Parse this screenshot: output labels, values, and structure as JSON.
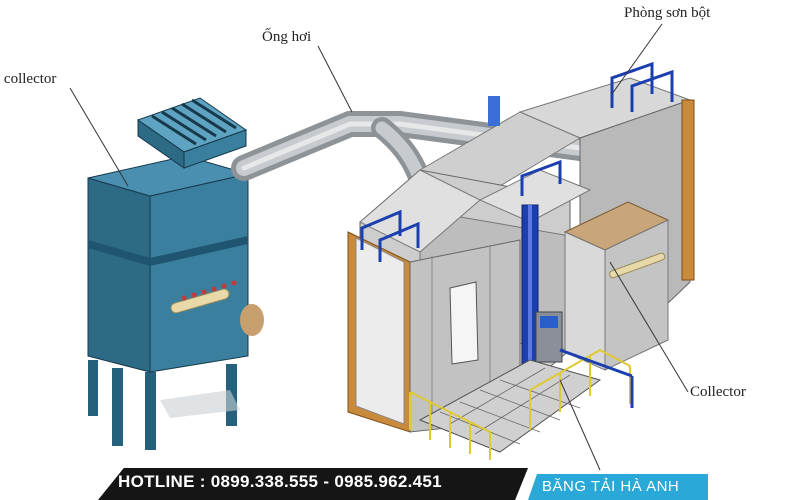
{
  "labels": {
    "dust_collector": "t collector",
    "pipe": "Ống hơi",
    "booth": "Phòng sơn bột",
    "collector": "Collector"
  },
  "footer": {
    "hotline": "HOTLINE : 0899.338.555 - 0985.962.451",
    "brand": "BĂNG TẢI HÀ ANH"
  },
  "colors": {
    "collector_body": "#2f6e8a",
    "booth_panel": "#c9c9c9",
    "booth_side": "#c98a3c",
    "frame_blue": "#1c3fb0",
    "railing_yellow": "#e8d640",
    "hotline_bar": "#151515",
    "brand_box": "#2aa8d8"
  }
}
